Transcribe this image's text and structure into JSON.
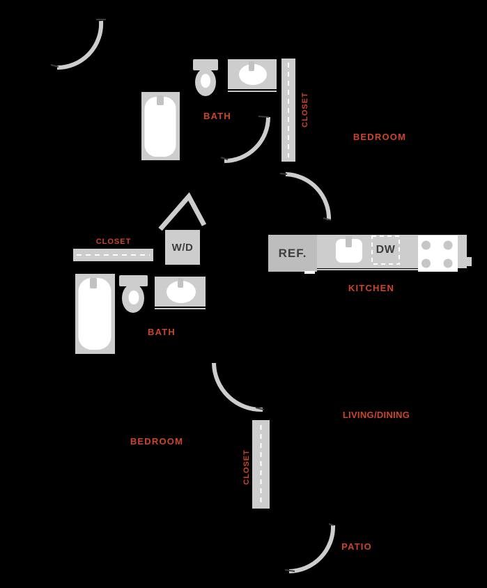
{
  "colors": {
    "background": "#000000",
    "fixture": "#CDCDCD",
    "fixture_dark": "#BDBDBD",
    "counter": "#D3D3D3",
    "label": "#CD4527",
    "appliance_text": "#3E3E3E",
    "white": "#FFFFFF"
  },
  "rooms": {
    "bedroom_top": "BEDROOM",
    "bath_top": "BATH",
    "closet_top": "CLOSET",
    "closet_mid": "CLOSET",
    "kitchen": "KITCHEN",
    "bath_mid": "BATH",
    "living_dining": "LIVING/DINING",
    "bedroom_bottom": "BEDROOM",
    "closet_bottom": "CLOSET",
    "patio": "PATIO"
  },
  "appliances": {
    "washer_dryer": "W/D",
    "refrigerator": "REF.",
    "dishwasher": "DW"
  }
}
